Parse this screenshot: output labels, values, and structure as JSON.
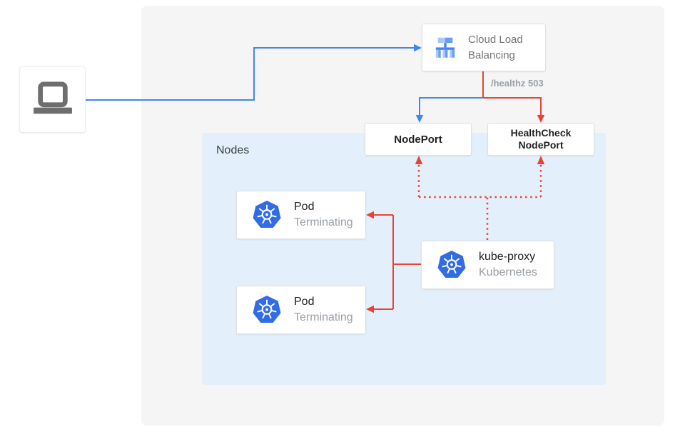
{
  "colors": {
    "blue": "#4285F4",
    "red": "#EA4335",
    "gray_bg": "#F5F5F5",
    "nodes_bg": "#E3F0FC",
    "k8s_blue": "#326CE5",
    "clb_icon_light": "#A8C7FA",
    "clb_icon_medium": "#669DF6",
    "clb_icon_dark": "#4285F4",
    "laptop_gray": "#6E6E6E"
  },
  "nodes_container": {
    "label": "Nodes"
  },
  "client": {
    "icon": "laptop-icon"
  },
  "cloud_load_balancing": {
    "title": "Cloud Load Balancing"
  },
  "healthz_annotation": "/healthz 503",
  "nodeport": {
    "label": "NodePort"
  },
  "healthcheck_nodeport": {
    "label": "HealthCheck NodePort"
  },
  "pods": [
    {
      "title": "Pod",
      "subtitle": "Terminating"
    },
    {
      "title": "Pod",
      "subtitle": "Terminating"
    }
  ],
  "kube_proxy": {
    "title": "kube-proxy",
    "subtitle": "Kubernetes"
  }
}
